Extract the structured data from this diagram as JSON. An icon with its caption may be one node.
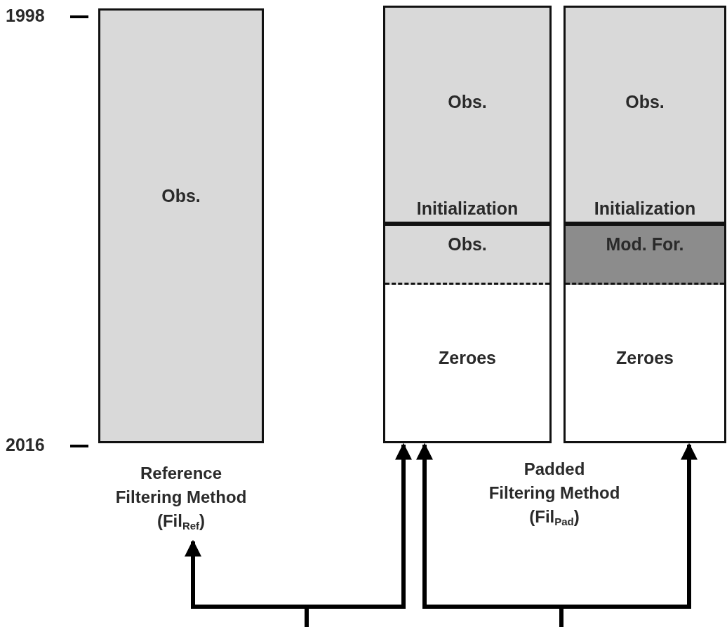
{
  "diagram": {
    "nodes": [
      {
        "text": [
          "Obs."
        ]
      },
      {
        "text": [],
        "shape": "box"
      },
      {
        "text": [
          "Obs.",
          "Initialization"
        ],
        "in": 1
      },
      {
        "text": [
          "Obs."
        ],
        "in": 1
      },
      {
        "text": [
          "Zeroes"
        ],
        "in": 1
      },
      {
        "text": [],
        "shape": "box"
      },
      {
        "text": [
          "Obs.",
          "Initialization"
        ],
        "in": 5
      },
      {
        "text": [
          "Mod. For."
        ],
        "in": 5
      },
      {
        "text": [
          "Zeroes"
        ],
        "in": 5
      },
      {
        "text": [
          "Reference Filtering Method",
          "(Fil$_{Ref}$)"
        ]
      },
      {
        "text": [
          "Padded Filtering Method",
          "(Fil$_{Pad}$)"
        ]
      }
    ],
    "edges": [
      {
        "from": null,
        "to": 9,
        "arrow": "to"
      },
      {
        "from": null,
        "to": 1,
        "arrow": "to"
      },
      {
        "from": null,
        "to": 1,
        "arrow": "to"
      },
      {
        "from": null,
        "to": 5,
        "arrow": "to"
      }
    ],
    "labels": [
      "1998",
      "2016"
    ]
  }
}
